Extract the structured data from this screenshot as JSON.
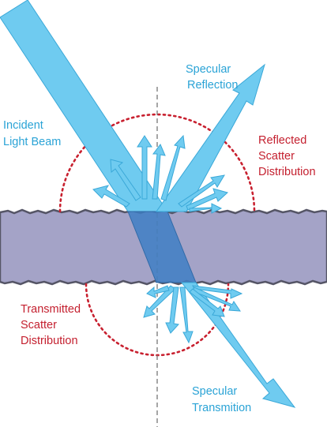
{
  "labels": {
    "incident": [
      "Incident",
      "Light Beam"
    ],
    "specular_reflection": [
      "Specular",
      "Reflection"
    ],
    "reflected_scatter": [
      "Reflected",
      "Scatter",
      "Distribution"
    ],
    "transmitted_scatter": [
      "Transmitted",
      "Scatter",
      "Distribution"
    ],
    "specular_transmission": [
      "Specular",
      "Transmition"
    ]
  },
  "colors": {
    "beam": "#6fcbf0",
    "beam_stroke": "#3aa8d8",
    "beam_inside": "#3f7fc4",
    "slab": "#a4a3c7",
    "slab_edge": "#555566",
    "scatter_circle": "#c8202f",
    "blue_text": "#2aa3d6",
    "red_text": "#c4202f",
    "normal_line": "#777777"
  }
}
